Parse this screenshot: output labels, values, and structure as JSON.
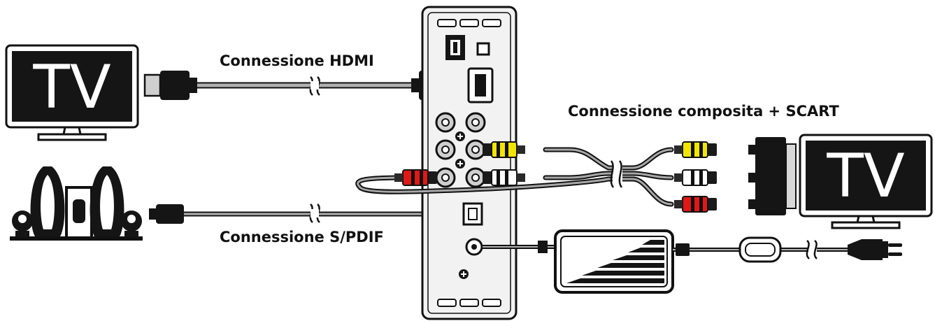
{
  "tv_left": {
    "label": "TV"
  },
  "tv_right": {
    "label": "TV"
  },
  "labels": {
    "hdmi": "Connessione HDMI",
    "composite": "Connessione composita + SCART",
    "spdif": "Connessione S/PDIF"
  },
  "colors": {
    "ink": "#111111",
    "cable": "#9a9a9a",
    "yellow": "#f2e600",
    "red": "#e01818",
    "white": "#ffffff",
    "screen": "#151515",
    "device": "#f2f2f2"
  },
  "icons": [
    "tv-icon",
    "speaker-system-icon",
    "media-player-icon",
    "hdmi-plug-icon",
    "rca-plug-icon",
    "scart-adapter-icon",
    "optical-plug-icon",
    "power-adapter-icon",
    "power-plug-icon"
  ]
}
